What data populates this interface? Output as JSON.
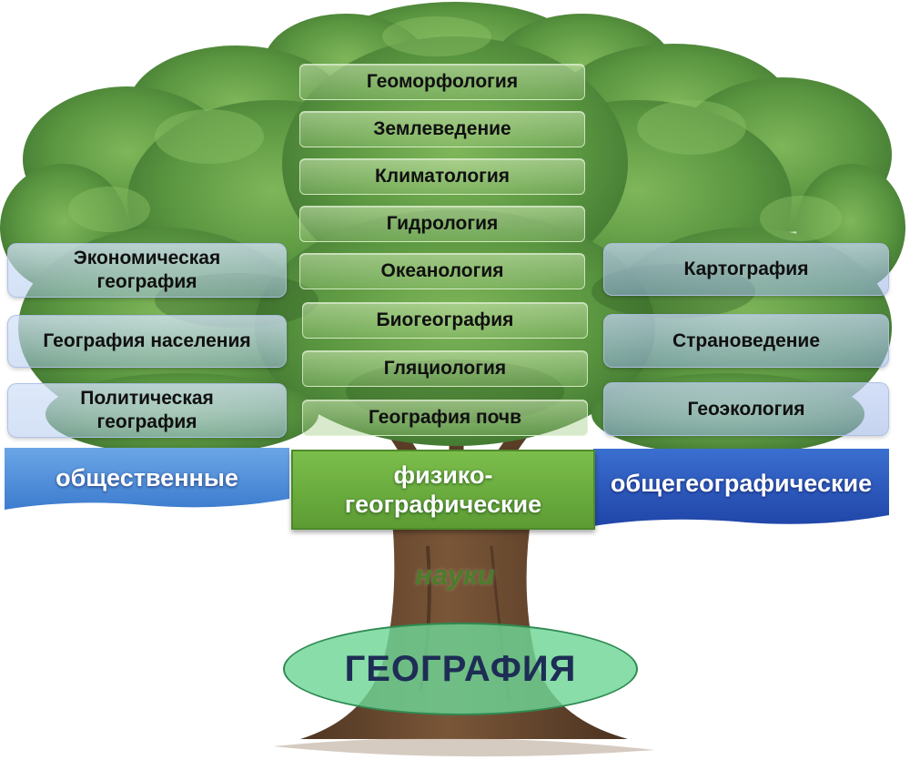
{
  "physical_branches": [
    {
      "label": "Геоморфология"
    },
    {
      "label": "Землеведение"
    },
    {
      "label": "Климатология"
    },
    {
      "label": "Гидрология"
    },
    {
      "label": "Океанология"
    },
    {
      "label": "Биогеография"
    },
    {
      "label": "Гляциология"
    },
    {
      "label": "География почв"
    }
  ],
  "social_branches": [
    {
      "label": "Экономическая\nгеография"
    },
    {
      "label": "География населения"
    },
    {
      "label": "Политическая\nгеография"
    }
  ],
  "general_branches": [
    {
      "label": "Картография"
    },
    {
      "label": "Страноведение"
    },
    {
      "label": "Геоэкология"
    }
  ],
  "categories": {
    "social": "общественные",
    "physical": "физико-\nгеографические",
    "general": "общегеографические"
  },
  "sciences_label": "науки",
  "root_label": "ГЕОГРАФИЯ",
  "colors": {
    "foliage": "#4f8a34",
    "foliage_light": "#79b055",
    "foliage_dark": "#2f5a22",
    "trunk": "#6b4a2f",
    "banner_blue_light": "#5b9ae0",
    "banner_blue_dark": "#2350b8",
    "center_green": "#6aae3e",
    "ellipse": "#6ed696"
  }
}
